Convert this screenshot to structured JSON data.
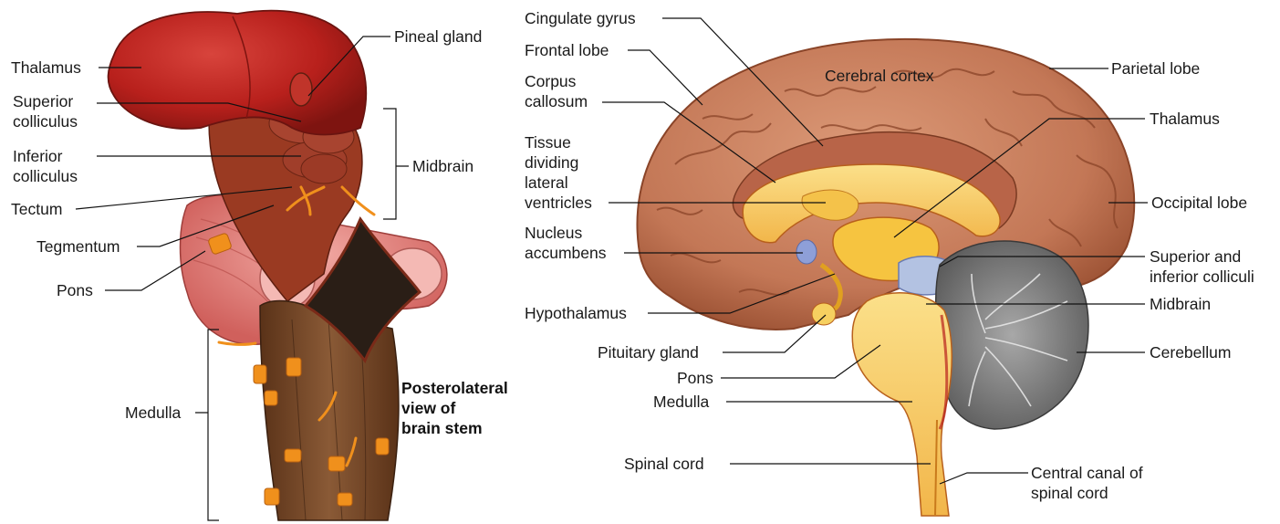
{
  "left_figure": {
    "caption": "Posterolateral\nview of\nbrain stem",
    "labels": {
      "thalamus": "Thalamus",
      "pineal_gland": "Pineal gland",
      "superior_colliculus": "Superior\ncolliculus",
      "inferior_colliculus": "Inferior\ncolliculus",
      "midbrain": "Midbrain",
      "tectum": "Tectum",
      "tegmentum": "Tegmentum",
      "pons": "Pons",
      "medulla": "Medulla"
    }
  },
  "right_figure": {
    "labels": {
      "cingulate_gyrus": "Cingulate gyrus",
      "frontal_lobe": "Frontal lobe",
      "corpus_callosum": "Corpus\ncallosum",
      "tissue_dividing": "Tissue\ndividing\nlateral\nventricles",
      "nucleus_accumbens": "Nucleus\naccumbens",
      "hypothalamus": "Hypothalamus",
      "pituitary_gland": "Pituitary gland",
      "pons": "Pons",
      "medulla": "Medulla",
      "spinal_cord": "Spinal cord",
      "cerebral_cortex": "Cerebral cortex",
      "parietal_lobe": "Parietal lobe",
      "thalamus": "Thalamus",
      "occipital_lobe": "Occipital lobe",
      "colliculi": "Superior and\ninferior colliculi",
      "midbrain": "Midbrain",
      "cerebellum": "Cerebellum",
      "central_canal": "Central canal of\nspinal cord"
    }
  },
  "colors": {
    "thalamus_red": "#b8201c",
    "brainstem_brown": "#7a4a2a",
    "pons_pink": "#e58a86",
    "nerve_orange": "#f0901c",
    "cortex_tan": "#c9805f",
    "white_matter_yellow": "#f7cf5c",
    "cerebellum_gray": "#7d7d7d",
    "colliculi_blue": "#a9b8dc"
  }
}
